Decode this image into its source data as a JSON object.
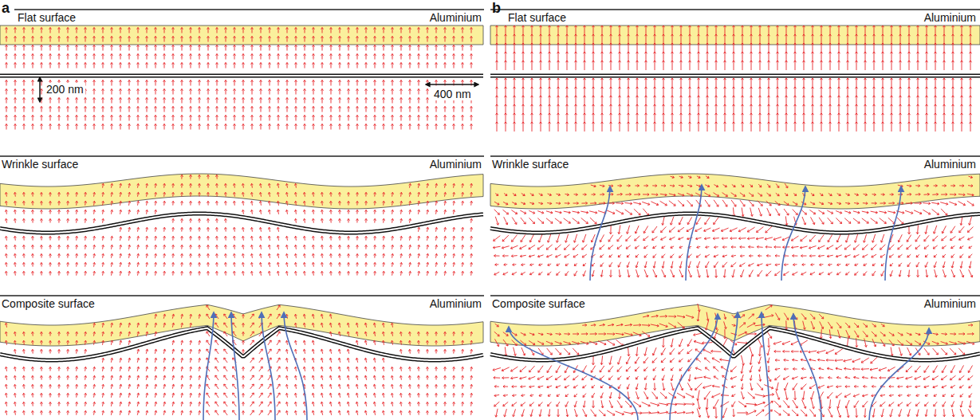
{
  "diagram": {
    "labels": [
      "a",
      "Flat surface",
      "Aluminium",
      "200 nm",
      "400 nm",
      "Wrinkle surface",
      "Aluminium",
      "Composite surface",
      "Aluminium",
      "b",
      "Flat surface",
      "Aluminium",
      "Wrinkle surface",
      "Aluminium",
      "Composite surface",
      "Aluminium"
    ]
  }
}
